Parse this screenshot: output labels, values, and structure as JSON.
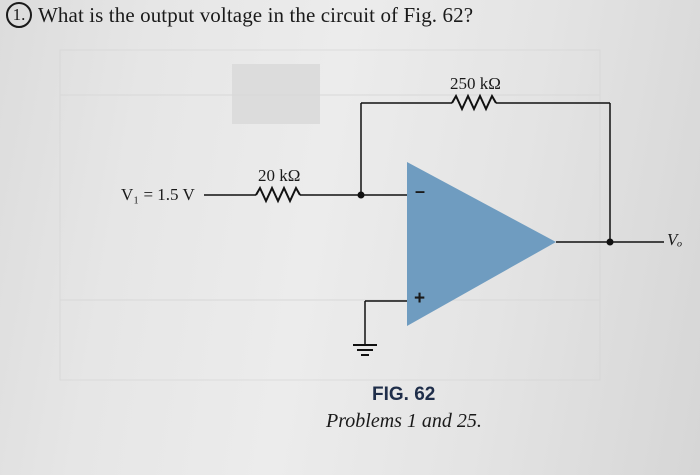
{
  "question": {
    "number": "1.",
    "text": "What is the output voltage in the circuit of Fig. 62?"
  },
  "circuit": {
    "input_label": "V₁ = 1.5 V",
    "input_resistor_label": "20 kΩ",
    "feedback_resistor_label": "250 kΩ",
    "inverting_sign": "–",
    "noninverting_sign": "+",
    "output_label": "Vₒ",
    "opamp_color": "#6f9cc0"
  },
  "figure": {
    "title": "FIG. 62",
    "caption": "Problems 1 and 25."
  }
}
